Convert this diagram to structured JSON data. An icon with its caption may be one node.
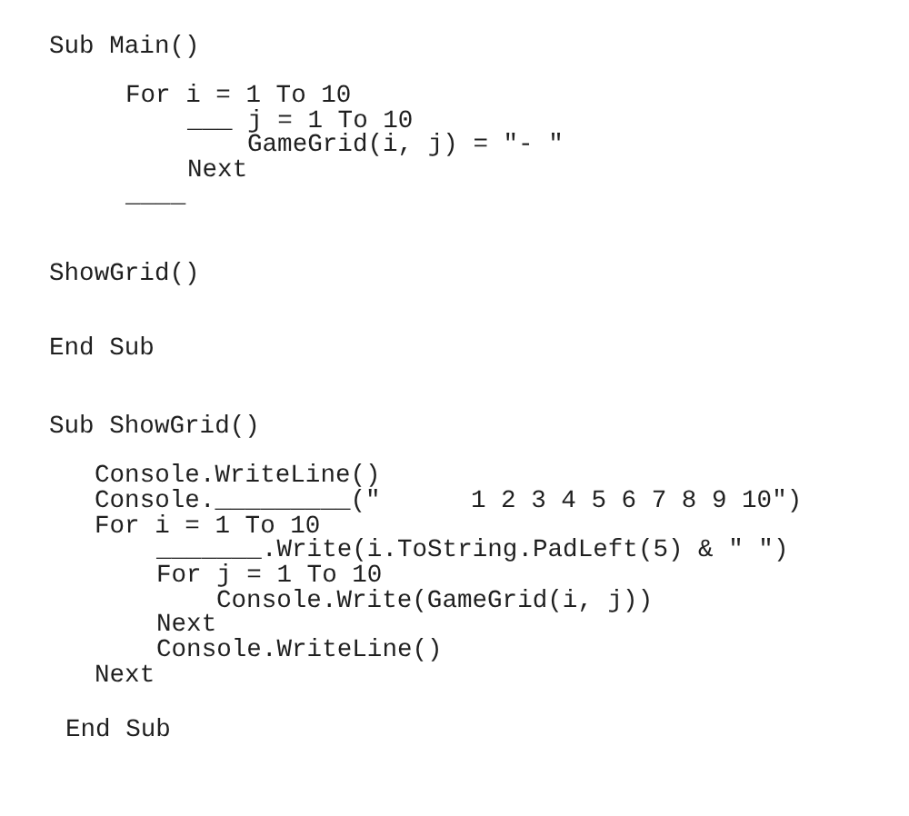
{
  "diagram": {
    "labels": [
      "Sub Main()",
      "For i = 1 To 10",
      "___ j = 1 To 10",
      "GameGrid(i, j) = \"- \"",
      "Next",
      "____",
      "ShowGrid()",
      "End Sub",
      "Sub ShowGrid()",
      "Console.WriteLine()",
      "Console._________(\"      1 2 3 4 5 6 7 8 9 10\")",
      "For i = 1 To 10",
      "_______.Write(i.ToString.PadLeft(5) & \" \")",
      "For j = 1 To 10",
      "Console.Write(GameGrid(i, j))",
      "Next",
      "Console.WriteLine()",
      "Next",
      "End Sub"
    ]
  }
}
